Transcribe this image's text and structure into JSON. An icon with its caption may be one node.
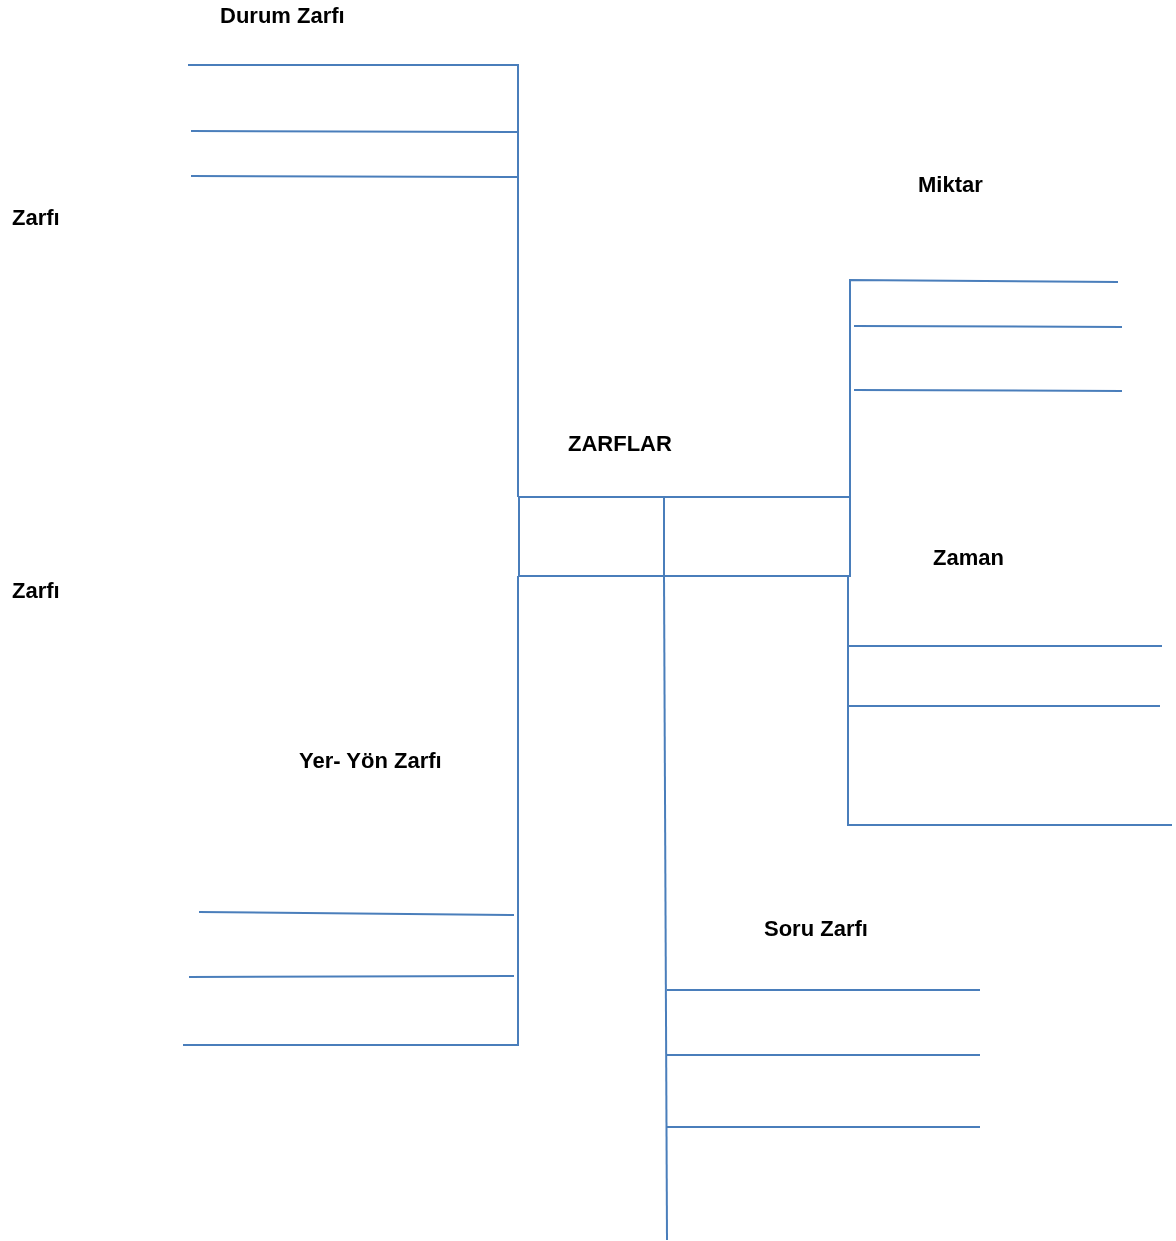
{
  "diagram": {
    "nodes": [
      {
        "text": [
          "ZARFLAR"
        ]
      }
    ],
    "edges": [],
    "labels": [
      "Durum Zarfı",
      "Miktar",
      "Zarfı",
      "Zaman",
      "Zarfı",
      "Yer- Yön Zarfı",
      "Soru Zarfı"
    ]
  }
}
